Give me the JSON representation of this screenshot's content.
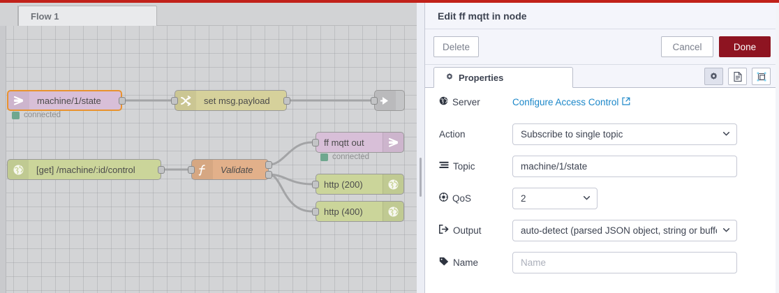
{
  "theme": {
    "accent_red": "#c1211a",
    "done_button_bg": "#8e1421",
    "link_blue": "#1b87c9",
    "selected_node_border": "#e8932f",
    "status_dot_green": "#6fa78f"
  },
  "workspace": {
    "tabs": [
      {
        "label": "Flow 1",
        "active": true
      }
    ],
    "nodes": [
      {
        "id": "mqtt-in",
        "label": "machine/1/state",
        "type": "mqtt-in",
        "icon": "mqtt-icon",
        "selected": true,
        "status": "connected"
      },
      {
        "id": "change",
        "label": "set msg.payload",
        "type": "change",
        "icon": "shuffle-icon",
        "selected": false,
        "status": ""
      },
      {
        "id": "debug",
        "label": "",
        "type": "debug",
        "icon": "debug-icon",
        "selected": false,
        "status": ""
      },
      {
        "id": "http-in",
        "label": "[get] /machine/:id/control",
        "type": "http-in",
        "icon": "globe-icon",
        "selected": false,
        "status": ""
      },
      {
        "id": "function",
        "label": "Validate",
        "type": "function",
        "icon": "function-icon",
        "selected": false,
        "status": ""
      },
      {
        "id": "mqtt-out",
        "label": "ff mqtt out",
        "type": "mqtt-out",
        "icon": "mqtt-icon",
        "selected": false,
        "status": "connected"
      },
      {
        "id": "http-200",
        "label": "http (200)",
        "type": "http-response",
        "icon": "globe-icon",
        "selected": false,
        "status": ""
      },
      {
        "id": "http-400",
        "label": "http (400)",
        "type": "http-response",
        "icon": "globe-icon",
        "selected": false,
        "status": ""
      }
    ]
  },
  "dialog": {
    "title": "Edit ff mqtt in node",
    "buttons": {
      "delete": "Delete",
      "cancel": "Cancel",
      "done": "Done"
    },
    "tabs": [
      {
        "label": "Properties",
        "icon": "gear-icon",
        "active": true
      }
    ],
    "tool_icons": [
      {
        "name": "gear-icon",
        "active": true
      },
      {
        "name": "document-icon",
        "active": false
      },
      {
        "name": "appearance-icon",
        "active": false
      }
    ],
    "fields": {
      "server": {
        "label": "Server",
        "icon": "globe-icon",
        "link_text": "Configure Access Control",
        "link_icon": "external-link-icon"
      },
      "action": {
        "label": "Action",
        "icon": "",
        "value": "Subscribe to single topic",
        "control": "select"
      },
      "topic": {
        "label": "Topic",
        "icon": "list-icon",
        "value": "machine/1/state",
        "control": "text"
      },
      "qos": {
        "label": "QoS",
        "icon": "target-icon",
        "value": "2",
        "control": "select"
      },
      "output": {
        "label": "Output",
        "icon": "sign-out-icon",
        "value": "auto-detect (parsed JSON object, string or buffer)",
        "control": "select"
      },
      "name": {
        "label": "Name",
        "icon": "tag-icon",
        "value": "",
        "placeholder": "Name",
        "control": "text"
      }
    }
  }
}
